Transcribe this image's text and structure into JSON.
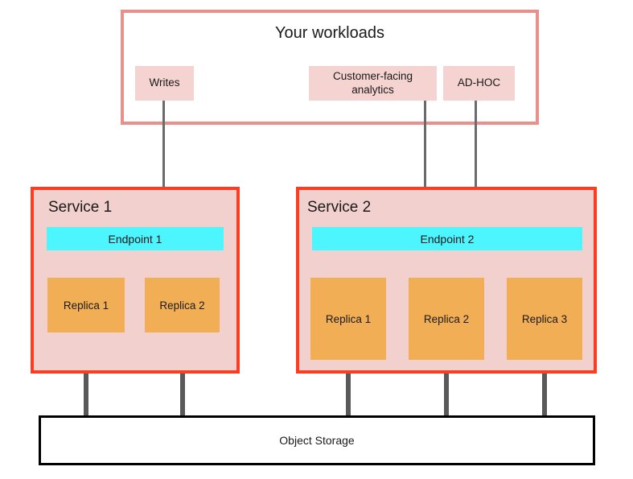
{
  "diagram": {
    "title_region": {
      "workloads_title": "Your workloads"
    },
    "workloads": [
      {
        "id": "writes",
        "label": "Writes"
      },
      {
        "id": "customer-facing-analytics",
        "label": "Customer-facing analytics"
      },
      {
        "id": "ad-hoc",
        "label": "AD-HOC"
      }
    ],
    "services": [
      {
        "id": "service-1",
        "title": "Service 1",
        "endpoint": "Endpoint 1",
        "replicas": [
          "Replica 1",
          "Replica 2"
        ]
      },
      {
        "id": "service-2",
        "title": "Service 2",
        "endpoint": "Endpoint 2",
        "replicas": [
          "Replica 1",
          "Replica 2",
          "Replica 3"
        ]
      }
    ],
    "storage": {
      "label": "Object Storage"
    },
    "colors": {
      "workloads_border": "#e8918c",
      "workload_chip_fill": "#f4d3d0",
      "service_border": "#fc3d21",
      "service_fill": "#f2d0ce",
      "endpoint_fill": "#4df5ff",
      "replica_fill": "#f2ae55",
      "connector": "#595959",
      "arrow": "#6b6b6b",
      "storage_border": "#000000",
      "background": "#ffffff"
    }
  }
}
